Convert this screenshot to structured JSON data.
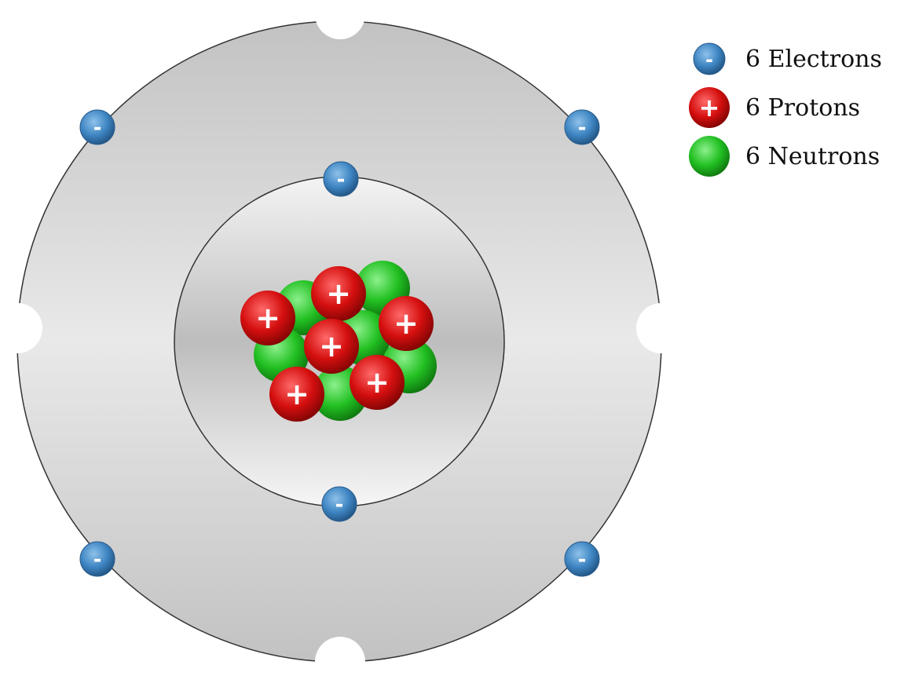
{
  "legend": {
    "electrons_label": "6 Electrons",
    "protons_label": "6 Protons",
    "neutrons_label": "6 Neutrons"
  },
  "symbols": {
    "electron": "-",
    "proton": "+"
  },
  "counts": {
    "electrons": 6,
    "protons": 6,
    "neutrons": 6
  },
  "colors": {
    "electron": "#3f86c3",
    "proton": "#d50f0f",
    "neutron": "#2fc92f",
    "outer_ring": "#cfcfcf",
    "inner_shell": "#e6e6e6",
    "outline": "#333333"
  },
  "icons": [
    "electron-icon",
    "proton-icon",
    "neutron-icon"
  ]
}
